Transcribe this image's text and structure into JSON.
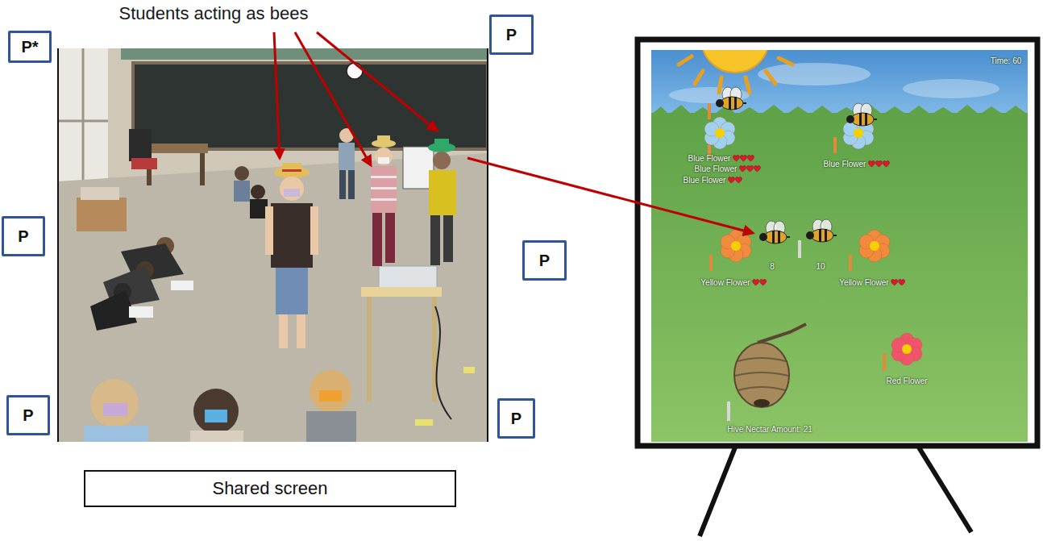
{
  "diagram": {
    "nodes": [
      {
        "text": [
          "P*"
        ]
      },
      {
        "text": [
          "P"
        ]
      },
      {
        "text": [
          "P"
        ]
      },
      {
        "text": [
          "P"
        ]
      },
      {
        "text": [
          "P"
        ]
      },
      {
        "text": [
          "P"
        ]
      },
      {
        "text": [
          "Shared screen"
        ]
      }
    ],
    "edges": [],
    "labels": [
      "Students acting as bees",
      "Time: 60",
      "Blue Flower",
      "Blue Flower",
      "Blue Flower",
      "Blue Flower",
      "Yellow Flower",
      "Yellow Flower",
      "8",
      "10",
      "Red Flower",
      "Hive Nectar Amount: 21"
    ]
  }
}
